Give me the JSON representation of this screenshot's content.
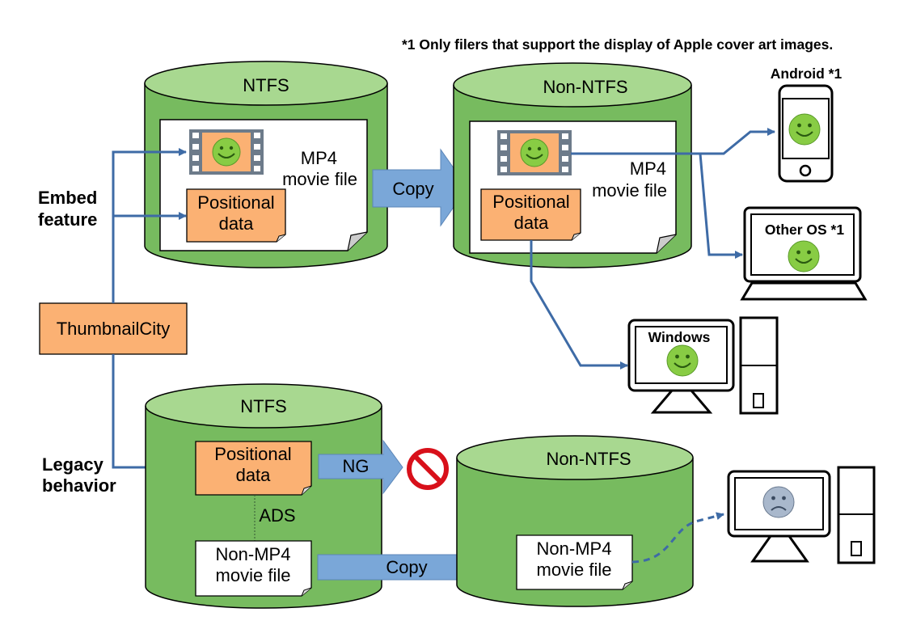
{
  "footnote": "*1 Only filers that support the display of Apple cover art images.",
  "labels": {
    "embed_line1": "Embed",
    "embed_line2": "feature",
    "legacy_line1": "Legacy",
    "legacy_line2": "behavior",
    "app": "ThumbnailCity"
  },
  "top": {
    "ntfs_label": "NTFS",
    "non_ntfs_label": "Non-NTFS",
    "mp4_line1": "MP4",
    "mp4_line2": "movie file",
    "positional_line1": "Positional",
    "positional_line2": "data",
    "copy_label": "Copy"
  },
  "bottom": {
    "ntfs_label": "NTFS",
    "non_ntfs_label": "Non-NTFS",
    "positional_line1": "Positional",
    "positional_line2": "data",
    "ads_label": "ADS",
    "ng_label": "NG",
    "nonmp4_line1": "Non-MP4",
    "nonmp4_line2": "movie file",
    "copy_label": "Copy"
  },
  "devices": {
    "android": "Android *1",
    "other_os": "Other OS *1",
    "windows": "Windows"
  },
  "colors": {
    "cylinder_body": "#77bb5f",
    "cylinder_top": "#a8d890",
    "orange": "#fbb173",
    "arrow_blue": "#7aa7d8",
    "line_blue": "#3e6ba6",
    "smiley": "#88cc44",
    "sad_face": "#a9b8cc",
    "prohibit_red": "#d8101a"
  },
  "icons": [
    "film-icon",
    "smiley-icon",
    "sad-face-icon",
    "prohibited-icon",
    "smartphone-icon",
    "laptop-icon",
    "desktop-monitor-icon",
    "pc-tower-icon"
  ]
}
